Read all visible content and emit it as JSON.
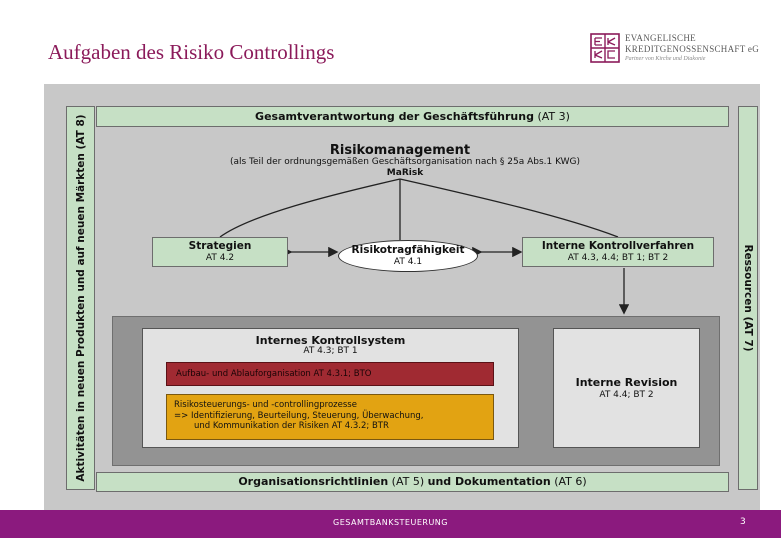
{
  "header": {
    "title": "Aufgaben des Risiko Controllings",
    "logo": {
      "line1": "EVANGELISCHE",
      "line2": "KREDITGENOSSENSCHAFT eG",
      "tagline": "Partner von Kirche und Diakonie",
      "mark_color": "#8b1a5a"
    }
  },
  "diagram": {
    "top_bar": {
      "text": "Gesamtverantwortung der Geschäftsführung",
      "ref": "(AT 3)"
    },
    "left_bar": "Aktivitäten in neuen Produkten und auf neuen Märkten (AT 8)",
    "right_bar": "Ressourcen (AT 7)",
    "bottom_bar": {
      "text1": "Organisationsrichtlinien",
      "ref1": "(AT 5)",
      "text2": "und Dokumentation",
      "ref2": "(AT 6)"
    },
    "risk_management": {
      "title": "Risikomanagement",
      "subtitle": "(als Teil der ordnungsgemäßen Geschäftsorganisation nach § 25a Abs.1 KWG)",
      "marisk": "MaRisk"
    },
    "strategies": {
      "title": "Strategien",
      "ref": "AT 4.2"
    },
    "risk_capacity": {
      "title": "Risikotragfähigkeit",
      "ref": "AT 4.1"
    },
    "internal_control_procedures": {
      "title": "Interne Kontrollverfahren",
      "ref": "AT 4.3, 4.4; BT 1; BT 2"
    },
    "internal_control_system": {
      "title": "Internes Kontrollsystem",
      "ref": "AT 4.3; BT 1",
      "organisation": "Aufbau- und Ablauforganisation AT 4.3.1; BTO",
      "processes": [
        "Risikosteuerungs- und -controllingprozesse",
        "=> Identifizierung, Beurteilung, Steuerung, Überwachung,",
        "und Kommunikation der Risiken AT 4.3.2; BTR"
      ]
    },
    "internal_audit": {
      "title": "Interne Revision",
      "ref": "AT 4.4; BT 2"
    },
    "colors": {
      "green": "#c6e0c5",
      "red": "#a02a32",
      "yellow": "#e2a312",
      "gray": "#939393"
    }
  },
  "footer": {
    "label": "GESAMTBANKSTEUERUNG",
    "page": "3",
    "color": "#8b1a7e"
  }
}
